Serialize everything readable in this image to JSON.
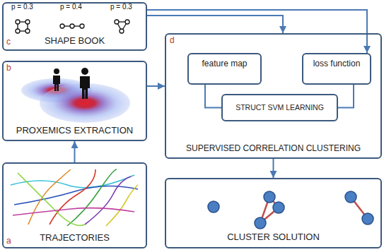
{
  "diagram": {
    "nodes": [
      {
        "text": [
          "SHAPE BOOK"
        ]
      },
      {
        "text": [
          "PROXEMICS EXTRACTION"
        ]
      },
      {
        "text": [
          "SUPERVISED CORRELATION CLUSTERING"
        ]
      },
      {
        "text": [
          "feature map"
        ],
        "in": 2
      },
      {
        "text": [
          "loss function"
        ],
        "in": 2
      },
      {
        "text": [
          "STRUCT SVM LEARNING"
        ],
        "in": 2
      },
      {
        "text": [
          "TRAJECTORIES"
        ]
      },
      {
        "text": [
          "CLUSTER SOLUTION"
        ]
      }
    ],
    "edges": [
      {
        "from": 6,
        "to": 1,
        "arrow": "to"
      },
      {
        "from": 1,
        "to": 2,
        "arrow": "to"
      },
      {
        "from": 0,
        "to": 2,
        "arrow": "to"
      },
      {
        "from": 0,
        "to": 4,
        "arrow": "to"
      },
      {
        "from": 3,
        "to": 5,
        "arrow": "none"
      },
      {
        "from": 4,
        "to": 5,
        "arrow": "none"
      },
      {
        "from": 2,
        "to": 7,
        "arrow": "to"
      }
    ],
    "labels": [
      "p = 0.3",
      "p = 0.4",
      "p = 0.3",
      "c",
      "b",
      "d",
      "a"
    ]
  }
}
